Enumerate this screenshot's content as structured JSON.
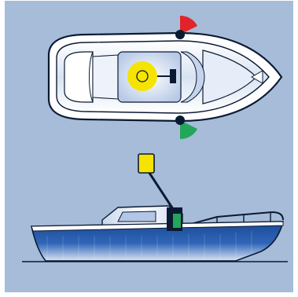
{
  "diagram": {
    "top_view": {
      "lights": [
        "port-sidelight-red",
        "starboard-sidelight-green",
        "all-round-light-yellow"
      ]
    },
    "side_view": {
      "lights": [
        "all-round-light-yellow",
        "sidelight-green"
      ]
    }
  },
  "colors": {
    "background": "#a6bcd9",
    "hull_blue": "#1c4f9c",
    "hull_light": "#eef3fb",
    "red_light": "#e2232a",
    "green_light": "#23a65a",
    "yellow_light": "#f4e400",
    "outline": "#0b1a33"
  }
}
